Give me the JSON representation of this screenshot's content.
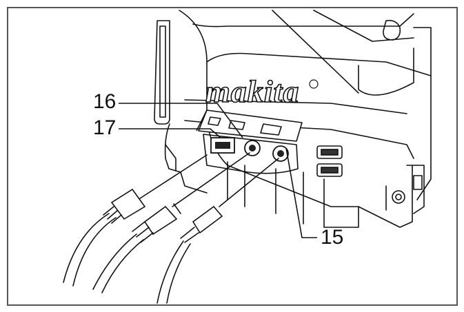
{
  "brand": {
    "logo_text": "makita"
  },
  "callouts": [
    {
      "number": "16"
    },
    {
      "number": "17"
    },
    {
      "number": "15"
    }
  ],
  "colors": {
    "line": "#111111",
    "fill": "#ffffff",
    "frame": "#555555"
  }
}
